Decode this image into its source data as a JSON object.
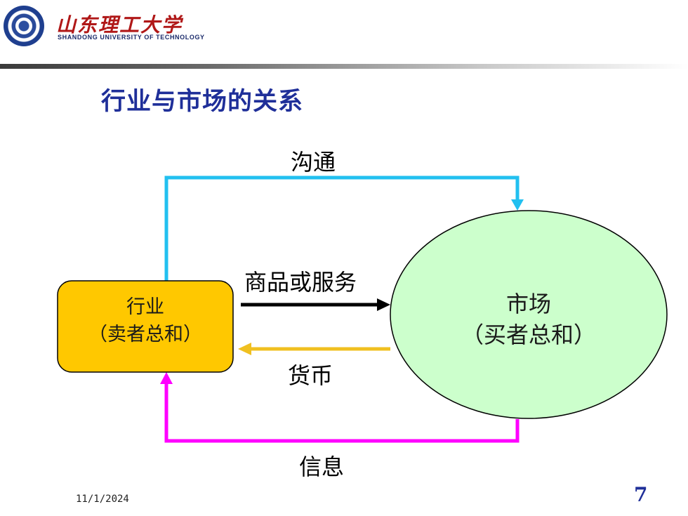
{
  "header": {
    "university_name": "山东理工大学",
    "university_subtitle": "SHANDONG UNIVERSITY OF TECHNOLOGY"
  },
  "slide": {
    "title": "行业与市场的关系"
  },
  "diagram": {
    "nodes": {
      "industry": {
        "line1": "行业",
        "line2": "（卖者总和）",
        "fill": "#ffc800"
      },
      "market": {
        "line1": "市场",
        "line2": "（买者总和）",
        "fill": "#ccffcc"
      }
    },
    "flows": {
      "communication": {
        "label": "沟通",
        "color": "#22c0f0"
      },
      "goods": {
        "label": "商品或服务",
        "color": "#000000"
      },
      "money": {
        "label": "货币",
        "color": "#f0c020"
      },
      "information": {
        "label": "信息",
        "color": "#ff00ff"
      }
    }
  },
  "footer": {
    "date": "11/1/2024",
    "page_number": "7"
  }
}
